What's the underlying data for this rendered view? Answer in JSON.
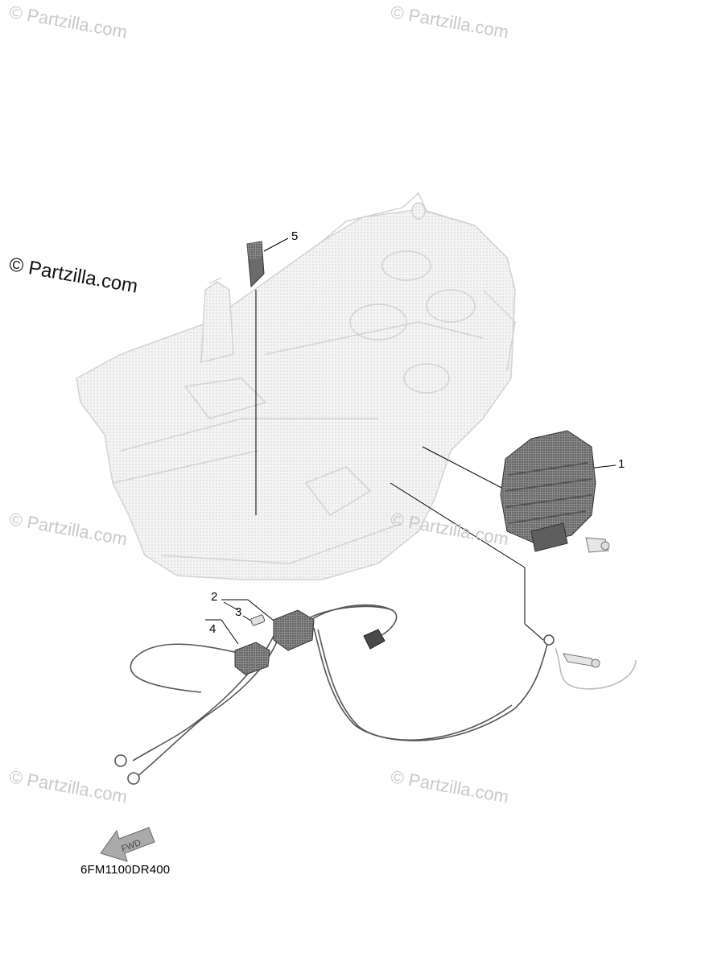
{
  "watermark": {
    "main": "© Partzilla.com",
    "faint": "© Partzilla.com"
  },
  "callouts": [
    "1",
    "2",
    "3",
    "4",
    "5"
  ],
  "diagram_code": "6FM1100DR400",
  "fwd_label": "FWD"
}
